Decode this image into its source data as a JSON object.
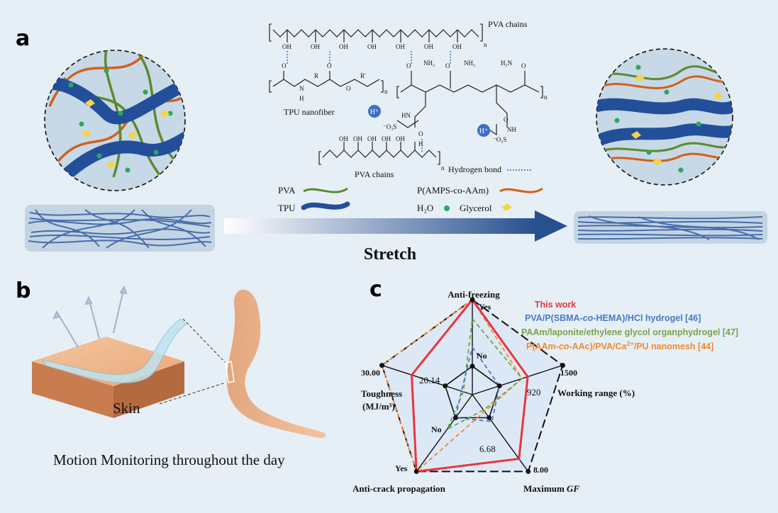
{
  "panels": {
    "a": "a",
    "b": "b",
    "c": "c"
  },
  "panel_a": {
    "pva_chains_top": "PVA chains",
    "pva_chains_bottom": "PVA chains",
    "tpu_nanofiber": "TPU nanofiber",
    "hydrogen_bond": "Hydrogen bond",
    "proton1": "H⁺",
    "proton2": "H⁺",
    "atoms": {
      "OH": "OH",
      "O": "O",
      "H": "H",
      "N": "N",
      "R": "R",
      "R2": "R'",
      "NH2": "NH₂",
      "H2N": "H₂N",
      "HN": "HN",
      "NH": "NH",
      "O3S": "⁻O₃S",
      "n": "n"
    },
    "legend": {
      "pva": "PVA",
      "tpu": "TPU",
      "pamps": "P(AMPS-co-AAm)",
      "h2o": "H₂O",
      "glycerol": "Glycerol"
    },
    "stretch": "Stretch"
  },
  "panel_b": {
    "skin": "Skin",
    "caption": "Motion Monitoring throughout the day"
  },
  "chart_data": {
    "type": "radar",
    "axes": [
      {
        "label": "Anti-freezing",
        "tick": "Yes",
        "inner": "No"
      },
      {
        "label": "Working range (%)",
        "tick": "1500",
        "inner": "920"
      },
      {
        "label": "Maximum GF",
        "tick": "8.00",
        "inner": "6.68"
      },
      {
        "label": "Anti-crack propagation",
        "tick": "Yes",
        "inner": "No"
      },
      {
        "label": "Toughness (MJ/m³)",
        "tick": "30.00",
        "inner": "20.14"
      }
    ],
    "series": [
      {
        "name": "This work",
        "color": "#e8363b",
        "style": "solid",
        "values": [
          1.0,
          0.613,
          0.835,
          1.0,
          0.671
        ]
      },
      {
        "name": "PVA/P(SBMA-co-HEMA)/HCl hydrogel [46]",
        "color": "#4a78c8",
        "style": "dashed",
        "values": [
          0.5,
          0.3,
          0.35,
          0.3,
          0.12
        ]
      },
      {
        "name": "PAAm/laponite/ethylene glycol organphydrogel [47]",
        "color": "#6aaa3a",
        "style": "dashed",
        "values": [
          0.8,
          0.55,
          0.2,
          0.45,
          0.1
        ]
      },
      {
        "name": "P(AAm-co-AAc)/PVA/Ca²⁺/PU nanomesh [44]",
        "color": "#f08a2c",
        "style": "dashed",
        "values": [
          1.0,
          0.55,
          0.22,
          1.0,
          1.0
        ]
      }
    ],
    "legend_labels": [
      "This work",
      "PVA/P(SBMA-",
      "co",
      "-HEMA)/HCl hydrogel [46]",
      "PAAm/laponite/ethylene glycol organphydrogel [47]",
      "P(AAm-",
      "co",
      "-AAc)/PVA/Ca",
      "2+",
      "/PU nanomesh [44]"
    ],
    "axis_labels": {
      "toughness_line1": "Toughness",
      "toughness_line2": "(MJ/m³)",
      "gf_prefix": "Maximum ",
      "gf_italic": "GF"
    }
  }
}
